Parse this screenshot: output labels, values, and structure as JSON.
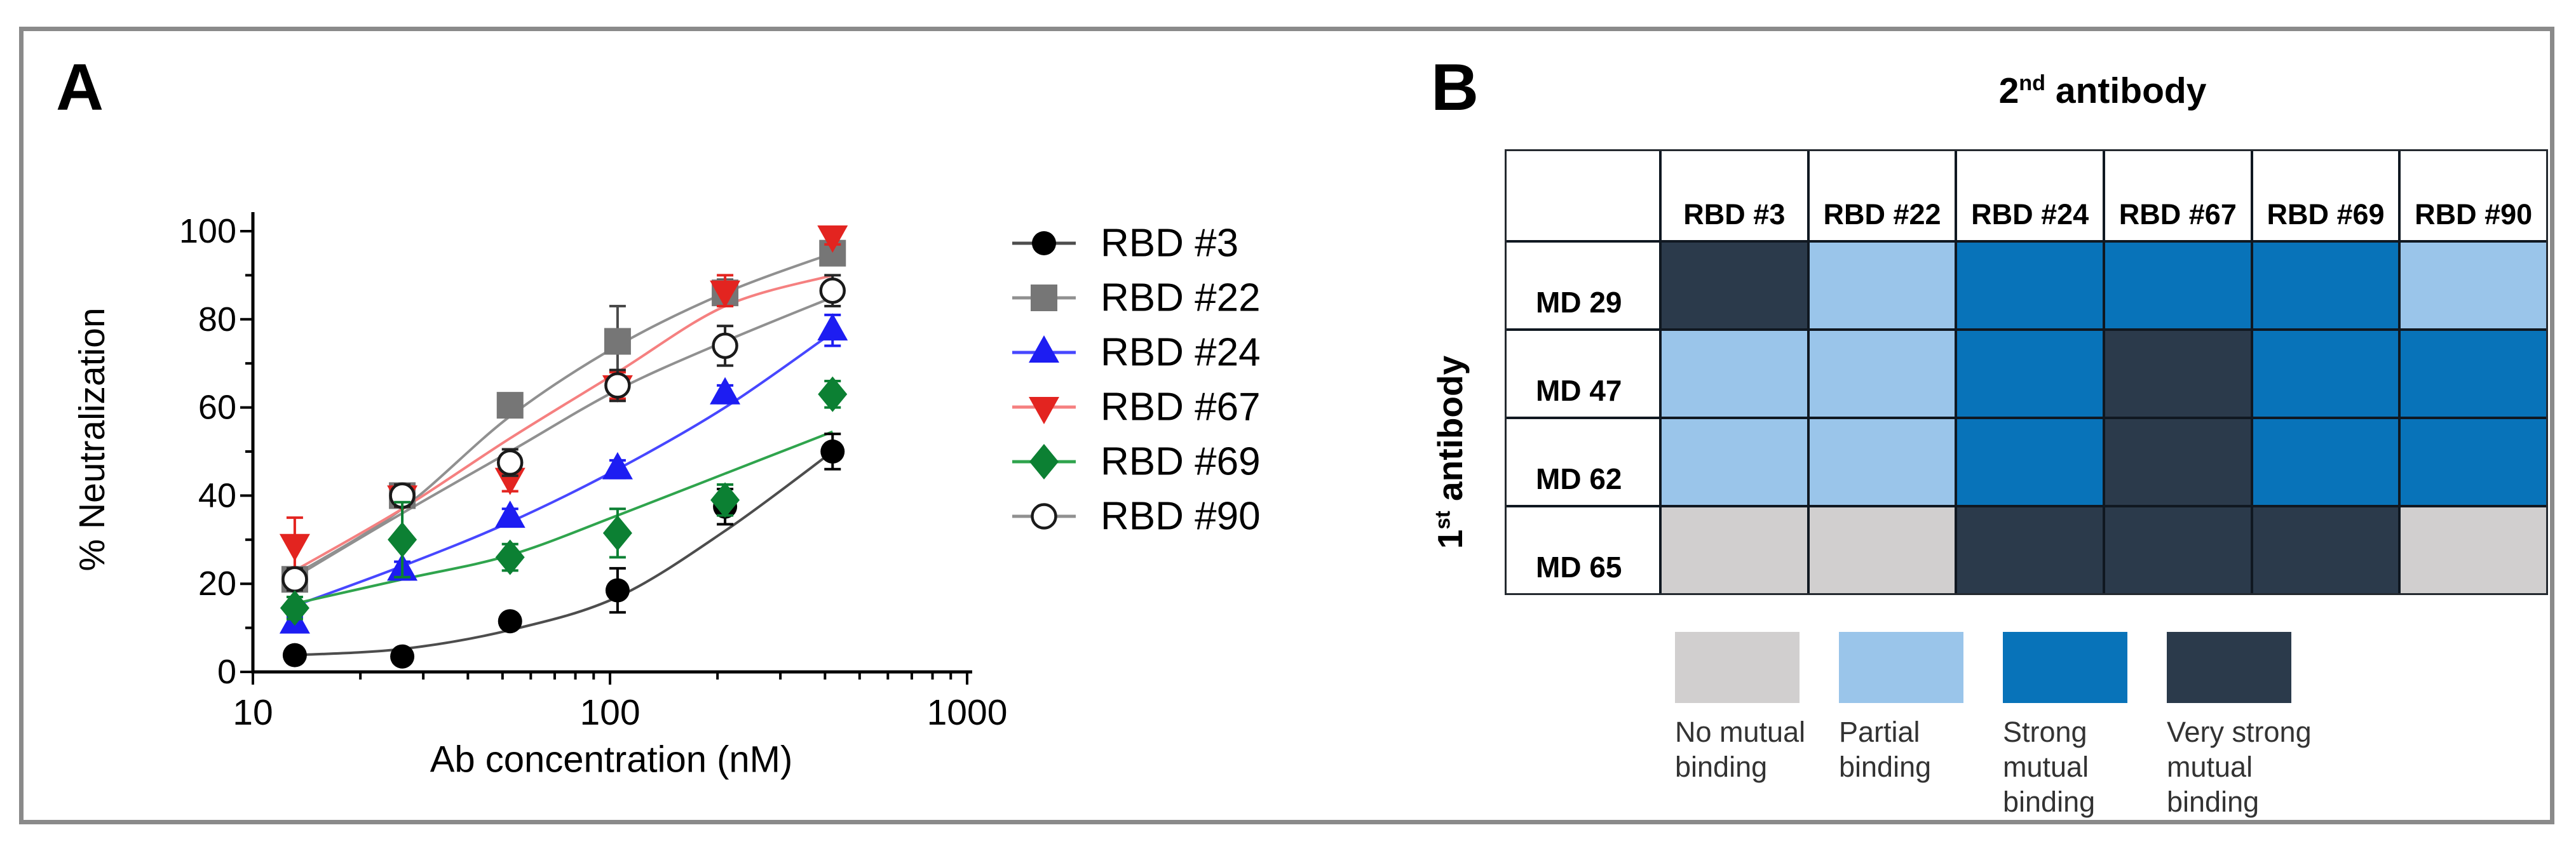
{
  "panel_a": {
    "label": "A"
  },
  "chart_data": {
    "type": "line",
    "title": "",
    "xlabel": "Ab concentration (nM)",
    "ylabel": "% Neutralization",
    "x_scale": "log",
    "xlim": [
      10,
      1000
    ],
    "ylim": [
      0,
      100
    ],
    "x_ticks": [
      10,
      100,
      1000
    ],
    "x_tick_labels": [
      "10",
      "100",
      "1000"
    ],
    "y_ticks": [
      0,
      20,
      40,
      60,
      80,
      100
    ],
    "y_minor_ticks": [
      10,
      30,
      50,
      70,
      90
    ],
    "grid": false,
    "legend_position": "right",
    "x": [
      13.1,
      26.2,
      52.5,
      105,
      210,
      420
    ],
    "series": [
      {
        "name": "RBD #3",
        "marker": "circle",
        "color": "#000000",
        "line_color": "#4d4d4d",
        "err_color": "#000000",
        "values": [
          3.8,
          3.5,
          11.5,
          18.5,
          37.5,
          50
        ],
        "errors": [
          1.5,
          1.5,
          1.5,
          5,
          4,
          4
        ],
        "curve": [
          3.8,
          5.2,
          9.5,
          17,
          32,
          50
        ]
      },
      {
        "name": "RBD #22",
        "marker": "square",
        "color": "#767676",
        "line_color": "#909090",
        "err_color": "#4a4a4a",
        "values": [
          21,
          40,
          60.5,
          75,
          86,
          95
        ],
        "errors": [
          2,
          2.5,
          2,
          8,
          3,
          2.5
        ],
        "curve": [
          22,
          37,
          58,
          74,
          86,
          95
        ]
      },
      {
        "name": "RBD #24",
        "marker": "triangle-up",
        "color": "#1d1df2",
        "line_color": "#4747ff",
        "err_color": "#1d1df2",
        "values": [
          11,
          23,
          35,
          46,
          63,
          77.5
        ],
        "errors": [
          1.5,
          2,
          2,
          2,
          2,
          3.5
        ],
        "curve": [
          15,
          24,
          34,
          46,
          60,
          77
        ]
      },
      {
        "name": "RBD #67",
        "marker": "triangle-down",
        "color": "#e32420",
        "line_color": "#f58080",
        "err_color": "#e32420",
        "values": [
          29,
          40,
          44,
          65,
          86.5,
          99
        ],
        "errors": [
          6,
          2.5,
          3,
          3,
          3.5,
          2
        ],
        "curve": [
          23,
          37,
          53,
          68,
          83,
          90
        ]
      },
      {
        "name": "RBD #69",
        "marker": "diamond",
        "color": "#0c8033",
        "line_color": "#2fa44d",
        "err_color": "#0c8033",
        "values": [
          14.5,
          30,
          26,
          31.5,
          39,
          63
        ],
        "errors": [
          2.5,
          8.5,
          3,
          5.5,
          3.5,
          3
        ],
        "curve": [
          15.5,
          21,
          26.5,
          35.5,
          45,
          54.5
        ]
      },
      {
        "name": "RBD #90",
        "marker": "circle-open",
        "color": "#1a1a1a",
        "line_color": "#909090",
        "err_color": "#262626",
        "values": [
          21,
          40,
          47.5,
          65,
          74,
          86.5
        ],
        "errors": [
          2.5,
          2.5,
          3,
          3.5,
          4.5,
          3.5
        ],
        "curve": [
          21.5,
          36,
          50,
          64,
          75,
          85
        ]
      }
    ],
    "draw_order": [
      0,
      2,
      1,
      3,
      5,
      4
    ]
  },
  "panel_b": {
    "label": "B",
    "col_axis_title": {
      "num": "2",
      "sup": "nd",
      "rest": " antibody"
    },
    "row_axis_title": {
      "num": "1",
      "sup": "st",
      "rest": " antibody"
    },
    "col_headers": [
      "RBD #3",
      "RBD #22",
      "RBD #24",
      "RBD #67",
      "RBD #69",
      "RBD #90"
    ],
    "row_headers": [
      "MD 29",
      "MD 47",
      "MD 62",
      "MD 65"
    ],
    "matrix": [
      [
        "very",
        "partial",
        "strong",
        "strong",
        "strong",
        "partial"
      ],
      [
        "partial",
        "partial",
        "strong",
        "very",
        "strong",
        "strong"
      ],
      [
        "partial",
        "partial",
        "strong",
        "very",
        "strong",
        "strong"
      ],
      [
        "none",
        "none",
        "very",
        "very",
        "very",
        "none"
      ]
    ],
    "levels": {
      "none": {
        "color": "#d1cfcf",
        "label": "No mutual\nbinding"
      },
      "partial": {
        "color": "#9ac5ea",
        "label": "Partial\nbinding"
      },
      "strong": {
        "color": "#0873b9",
        "label": "Strong\nmutual\nbinding"
      },
      "very": {
        "color": "#2b3a4b",
        "label": "Very strong\nmutual\nbinding"
      }
    },
    "legend_order": [
      "none",
      "partial",
      "strong",
      "very"
    ]
  }
}
